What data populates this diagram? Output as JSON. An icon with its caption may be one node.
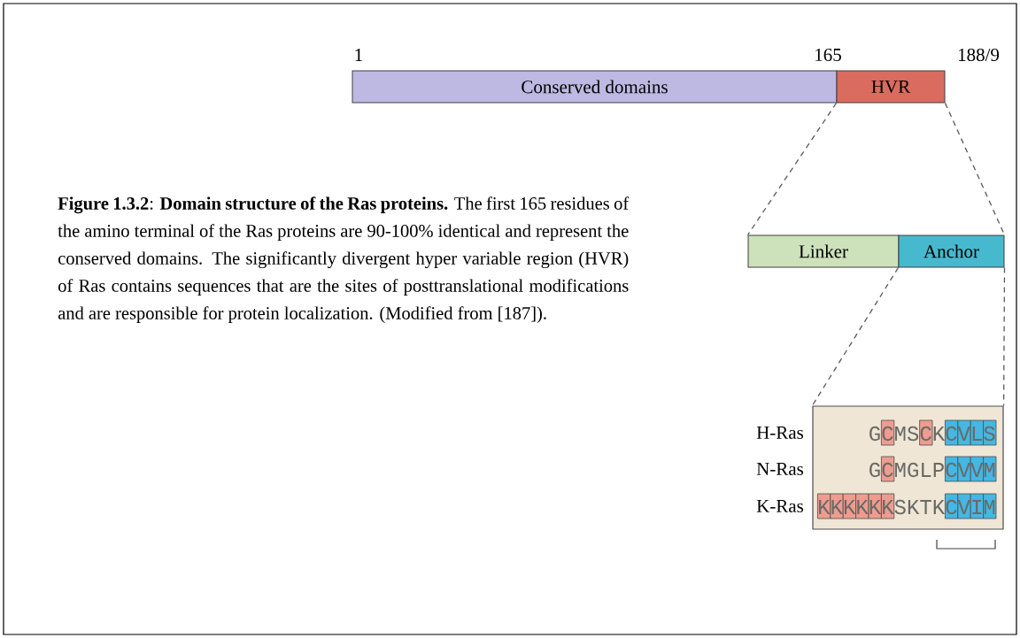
{
  "diagram": {
    "caption": "**Figure 1.3.2**: **Domain structure of the Ras proteins.** The first 165 residues of the amino terminal of the Ras proteins are 90-100% identical and represent the conserved domains. The significantly divergent hyper variable region (HVR) of Ras contains sequences that are the sites of posttranslational modifications and are responsible for protein localization. (Modified from [187]).",
    "nodes": [
      {
        "text": [
          "Conserved domains"
        ]
      },
      {
        "text": [
          "HVR"
        ]
      },
      {
        "text": [
          "Linker"
        ]
      },
      {
        "text": [
          "Anchor"
        ]
      },
      {
        "text": [
          "GCMSCKCVLS",
          "GCMGLPCVVM",
          "KKKKKKSKTKCVIM"
        ]
      }
    ],
    "edges": [
      {
        "from": 1,
        "to": 2,
        "arrow": "none",
        "style": "dashed"
      },
      {
        "from": 1,
        "to": 3,
        "arrow": "none",
        "style": "dashed"
      },
      {
        "from": 3,
        "to": 4,
        "arrow": "none",
        "style": "dashed"
      },
      {
        "from": 3,
        "to": 4,
        "arrow": "none",
        "style": "dashed"
      }
    ],
    "labels": [
      "1",
      "165",
      "188/9",
      "H-Ras",
      "N-Ras",
      "K-Ras"
    ]
  }
}
